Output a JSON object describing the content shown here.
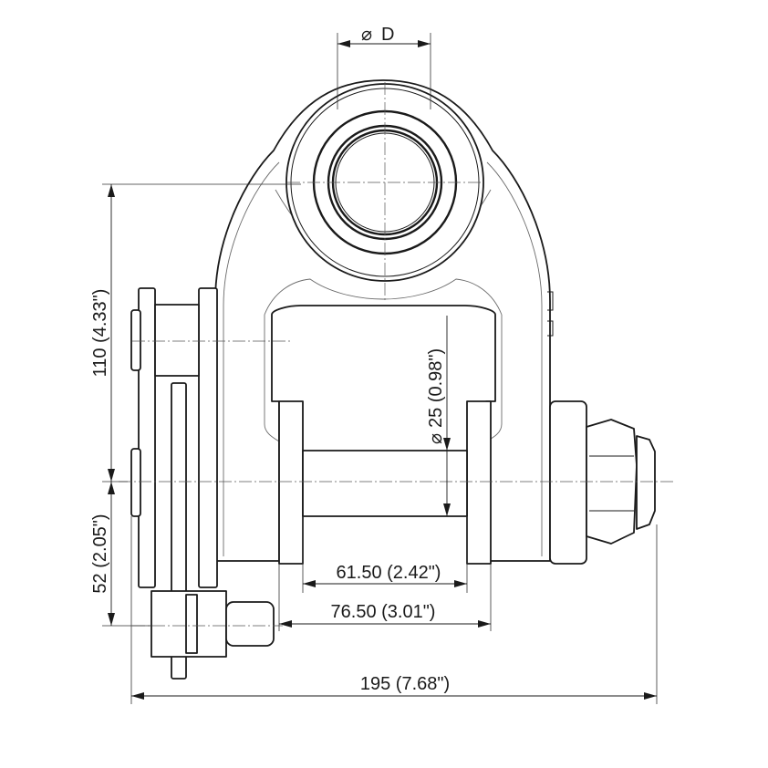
{
  "dimensions": {
    "pin_diameter_label": "D",
    "height_upper": "110 (4.33\")",
    "height_lower": "52 (2.05\")",
    "bolt_diameter": "25 (0.98\")",
    "inner_width": "61.50 (2.42\")",
    "outer_width": "76.50 (3.01\")",
    "overall_width": "195 (7.68\")"
  },
  "symbols": {
    "diameter": "⌀"
  }
}
